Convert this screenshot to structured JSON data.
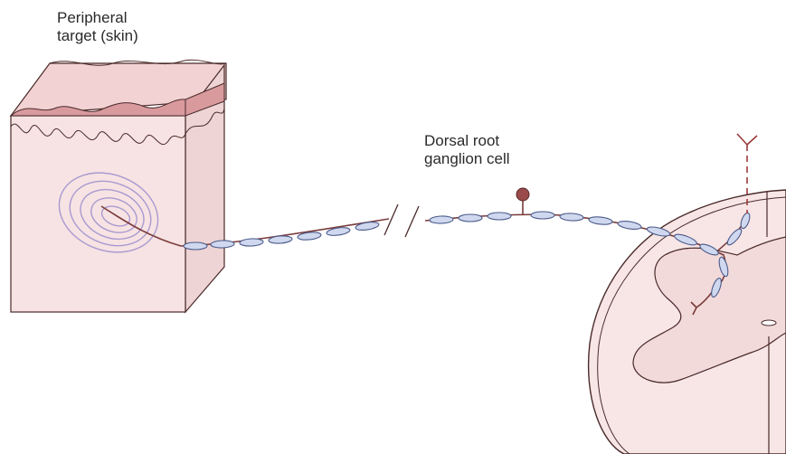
{
  "labels": {
    "peripheral_target_line1": "Peripheral",
    "peripheral_target_line2": "target (skin)",
    "drg_line1": "Dorsal root",
    "drg_line2": "ganglion cell"
  },
  "colors": {
    "skin_fill": "#f7e3e3",
    "skin_top": "#f2d2d2",
    "epidermis": "#d99a9e",
    "outline": "#4a2a2a",
    "axon": "#7a3b3b",
    "myelin_fill": "#cfd8ee",
    "myelin_stroke": "#4b5a8a",
    "receptor": "#a99ad0",
    "cord_fill": "#f8e6e6",
    "grey_matter": "#f3dada"
  }
}
